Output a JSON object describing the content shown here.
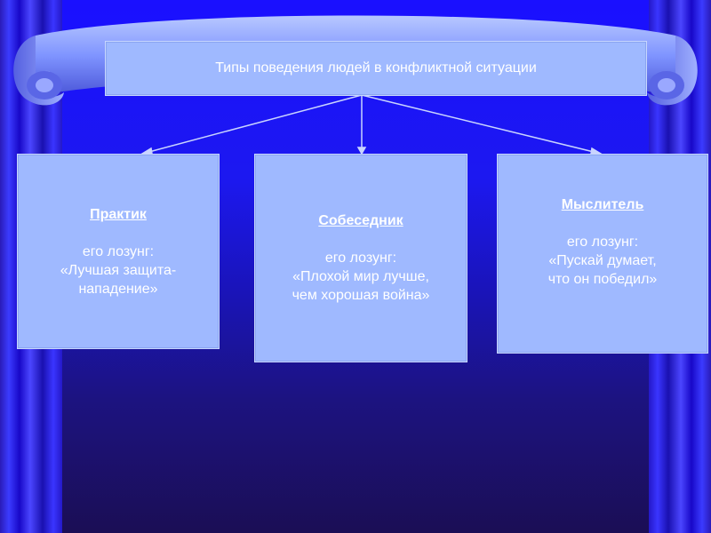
{
  "diagram": {
    "root": {
      "label": "Типы поведения людей в конфликтной ситуации"
    },
    "nodes": [
      {
        "title": "Практик",
        "lines": [
          "его лозунг:",
          "«Лучшая защита-",
          "нападение»"
        ]
      },
      {
        "title": "Собеседник",
        "lines": [
          "его лозунг:",
          "«Плохой мир лучше,",
          "чем хорошая война»"
        ]
      },
      {
        "title": "Мыслитель",
        "lines": [
          "его лозунг:",
          "«Пускай думает,",
          "что он победил»"
        ]
      }
    ]
  },
  "colors": {
    "node_fill": "#9fb9ff",
    "backdrop": "#1a10ff",
    "curtain": "#3b3bff",
    "frame": "#5a0a2c"
  }
}
